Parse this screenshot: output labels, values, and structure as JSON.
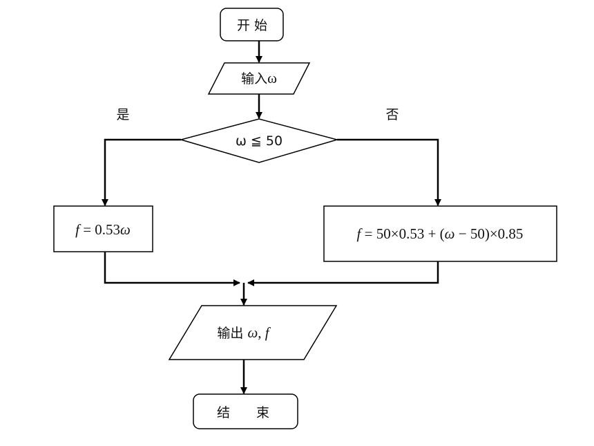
{
  "flowchart": {
    "start": "开 始",
    "input": {
      "label": "输入",
      "var": "ω"
    },
    "condition": "ω ≦ 50",
    "yes_label": "是",
    "no_label": "否",
    "yes_process": {
      "f": "f",
      "eq": " = 0.53",
      "w": "ω"
    },
    "no_process": {
      "f": "f",
      "part1": " = 50×0.53 + (",
      "w": "ω",
      "part2": " − 50)×0.85"
    },
    "output": {
      "label": "输出 ",
      "w": "ω",
      "sep": ", ",
      "f": "f"
    },
    "end": "结　　束"
  }
}
